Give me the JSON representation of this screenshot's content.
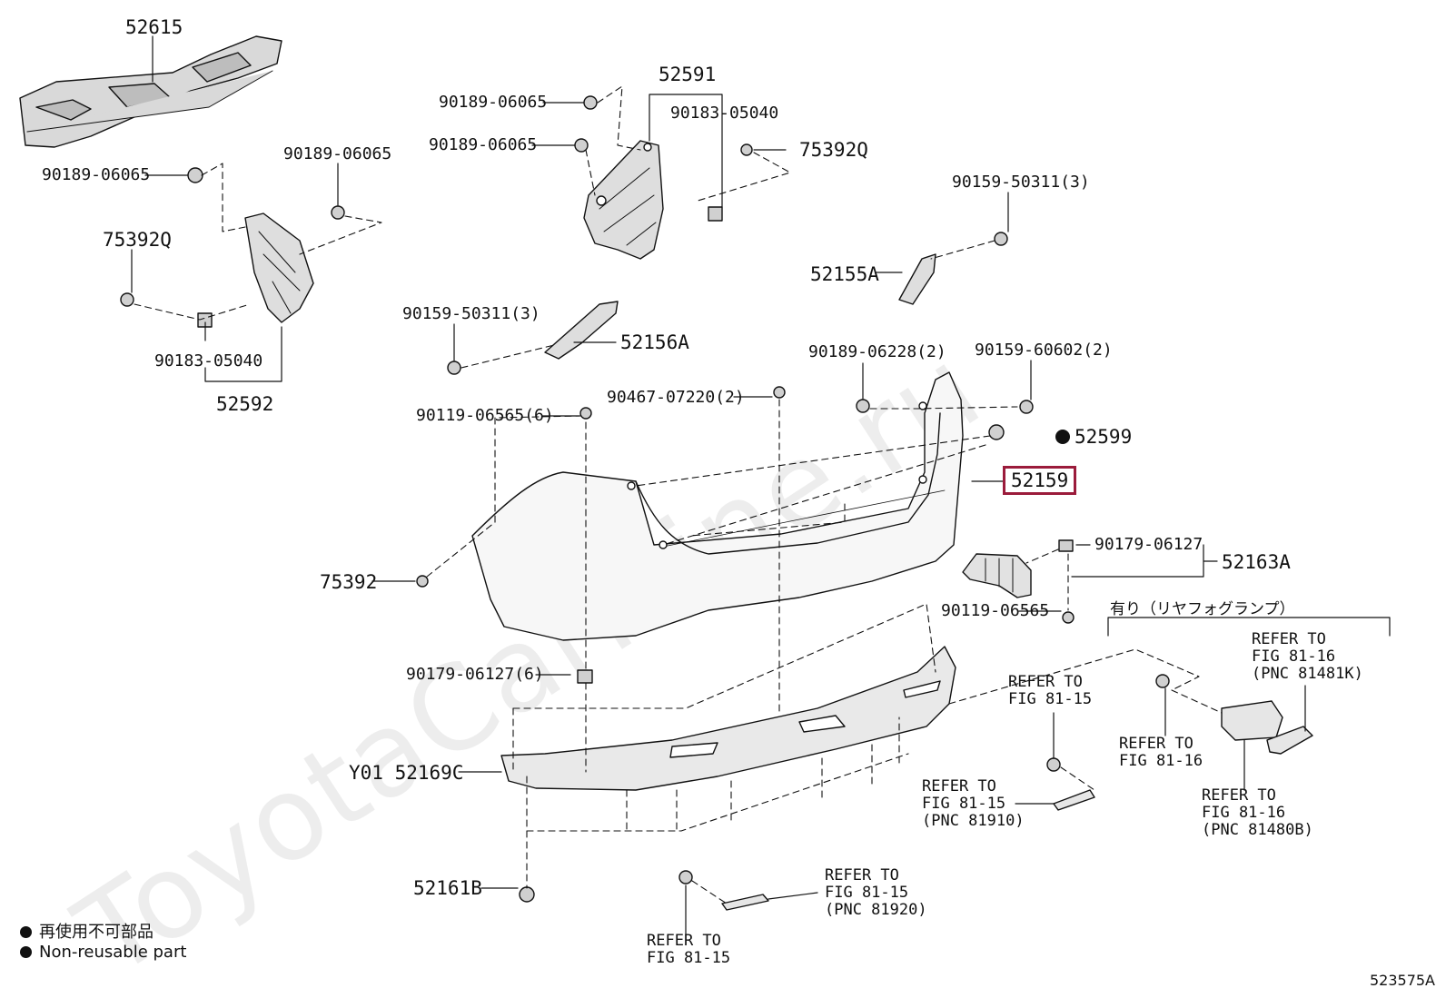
{
  "watermark": "ToyotaCarMine.ru",
  "diagram_code": "523575A",
  "legend": {
    "jp": "再使用不可部品",
    "en": "Non-reusable part"
  },
  "parts": {
    "p52615": "52615",
    "p52591": "52591",
    "p52592": "52592",
    "p52155A": "52155A",
    "p52156A": "52156A",
    "p52599": "52599",
    "p52159": "52159",
    "p52163A": "52163A",
    "p52161B": "52161B",
    "p52169C": "Y01 52169C",
    "p75392Q_a": "75392Q",
    "p75392Q_b": "75392Q",
    "p75392": "75392",
    "f90189_06065_a": "90189-06065",
    "f90189_06065_b": "90189-06065",
    "f90189_06065_c": "90189-06065",
    "f90189_06065_d": "90189-06065",
    "f90183_05040_a": "90183-05040",
    "f90183_05040_b": "90183-05040",
    "f90159_50311_a": "90159-50311(3)",
    "f90159_50311_b": "90159-50311(3)",
    "f90189_06228": "90189-06228(2)",
    "f90159_60602": "90159-60602(2)",
    "f90119_06565_6": "90119-06565(6)",
    "f90467_07220": "90467-07220(2)",
    "f90179_06127_a": "90179-06127",
    "f90119_06565": "90119-06565",
    "f90179_06127_6": "90179-06127(6)"
  },
  "fog_note": "有り（リヤフォグランプ）",
  "refs": {
    "r1": [
      "REFER TO",
      "FIG 81-15"
    ],
    "r2": [
      "REFER TO",
      "FIG 81-15",
      "(PNC 81910)"
    ],
    "r3": [
      "REFER TO",
      "FIG 81-15",
      "(PNC 81920)"
    ],
    "r4": [
      "REFER TO",
      "FIG 81-15"
    ],
    "r5": [
      "REFER TO",
      "FIG 81-16"
    ],
    "r6": [
      "REFER TO",
      "FIG 81-16",
      "(PNC 81481K)"
    ],
    "r7": [
      "REFER TO",
      "FIG 81-16",
      "(PNC 81480B)"
    ]
  },
  "colors": {
    "highlight_border": "#9b1b3b",
    "line": "#111111"
  }
}
